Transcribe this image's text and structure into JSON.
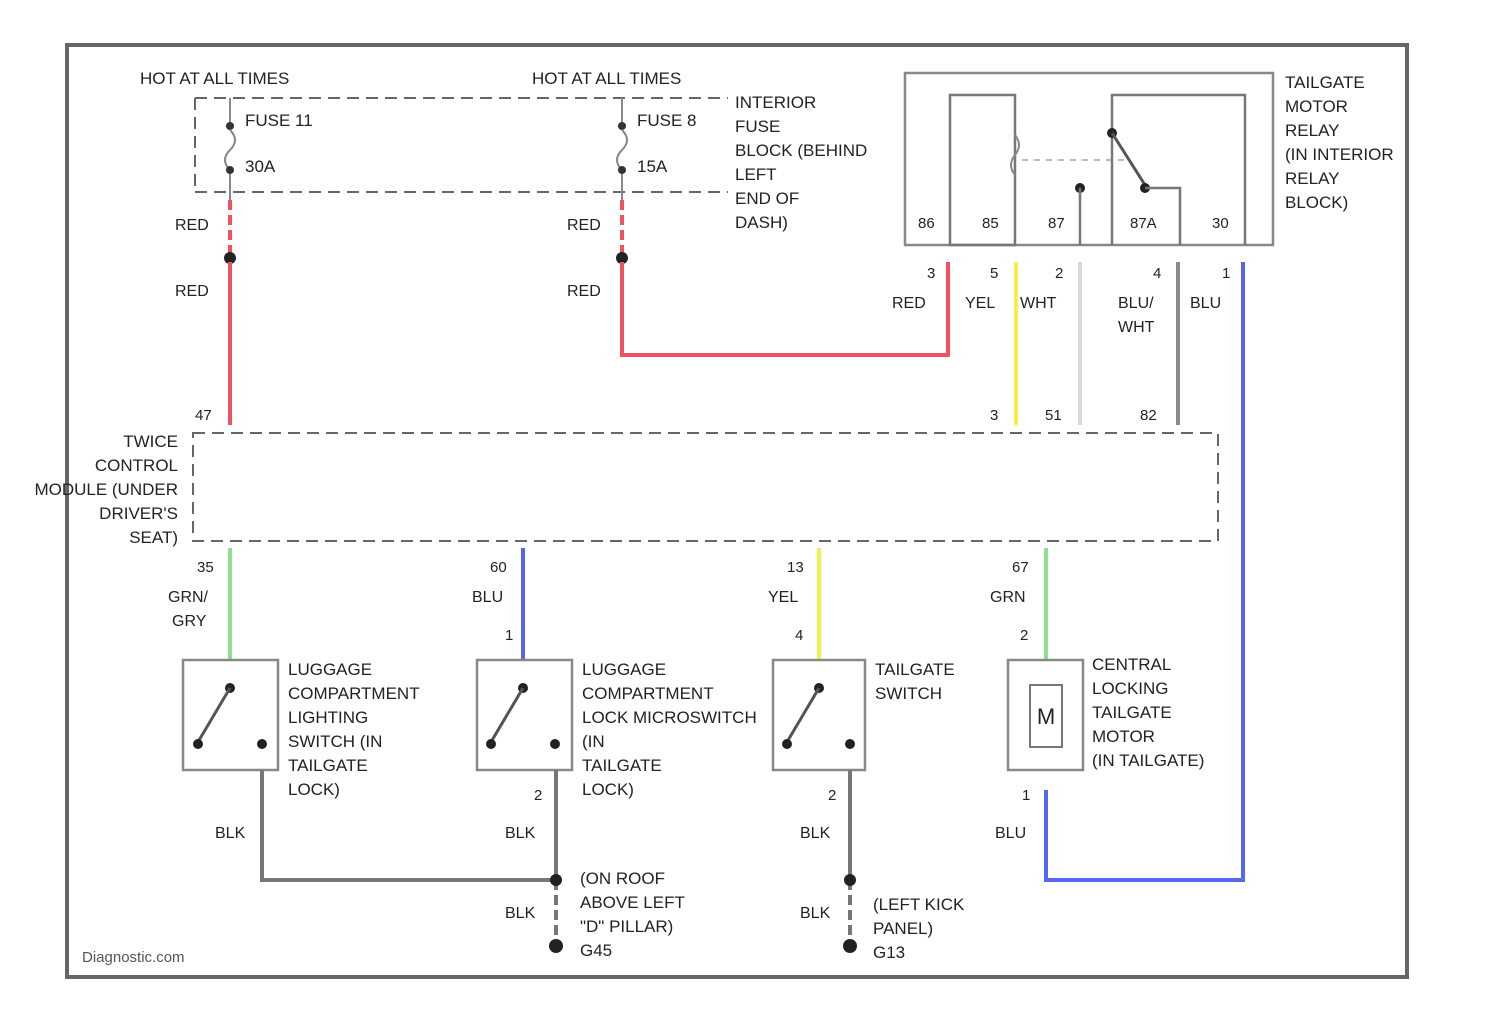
{
  "title_hot": [
    "HOT AT ALL TIMES",
    "HOT AT ALL TIMES"
  ],
  "fuses": [
    {
      "name": "FUSE 11",
      "rating": "30A"
    },
    {
      "name": "FUSE 8",
      "rating": "15A"
    }
  ],
  "fuse_block": [
    "INTERIOR",
    "FUSE",
    "BLOCK (BEHIND",
    "LEFT",
    "END OF",
    "DASH)"
  ],
  "relay": {
    "label": [
      "TAILGATE",
      "MOTOR",
      "RELAY",
      "(IN INTERIOR",
      "RELAY",
      "BLOCK)"
    ],
    "pins": [
      "86",
      "85",
      "87",
      "87A",
      "30"
    ],
    "connector_pins": [
      "3",
      "5",
      "2",
      "4",
      "1"
    ]
  },
  "module": {
    "label": [
      "TWICE",
      "CONTROL",
      "MODULE (UNDER",
      "DRIVER'S",
      "SEAT)"
    ],
    "top_pins": [
      "47",
      "3",
      "51",
      "82"
    ],
    "bottom_pins": [
      "35",
      "60",
      "13",
      "67"
    ]
  },
  "wires": {
    "red": "RED",
    "yel": "YEL",
    "wht": "WHT",
    "blu_wht": [
      "BLU/",
      "WHT"
    ],
    "blu": "BLU",
    "grn_gry": [
      "GRN/",
      "GRY"
    ],
    "grn": "GRN",
    "blk": "BLK"
  },
  "components": [
    {
      "label": [
        "LUGGAGE",
        "COMPARTMENT",
        "LIGHTING",
        "SWITCH (IN",
        "TAILGATE",
        "LOCK)"
      ],
      "pins": [
        "",
        ""
      ]
    },
    {
      "label": [
        "LUGGAGE",
        "COMPARTMENT",
        "LOCK MICROSWITCH",
        "(IN",
        "TAILGATE",
        "LOCK)"
      ],
      "pins": [
        "1",
        "2"
      ]
    },
    {
      "label": [
        "TAILGATE",
        "SWITCH"
      ],
      "pins": [
        "4",
        "2"
      ]
    },
    {
      "label": [
        "CENTRAL",
        "LOCKING",
        "TAILGATE",
        "MOTOR",
        "(IN TAILGATE)"
      ],
      "pins": [
        "2",
        "1"
      ],
      "motor": "M"
    }
  ],
  "grounds": [
    {
      "label": [
        "(ON ROOF",
        "ABOVE LEFT",
        "\"D\" PILLAR)",
        "G45"
      ]
    },
    {
      "label": [
        "(LEFT KICK",
        "PANEL)",
        "G13"
      ]
    }
  ],
  "watermark": "Diagnostic.com",
  "colors": {
    "red": "#f05060",
    "yellow": "#f5f04a",
    "white_wire": "#d8d8d8",
    "gray_wire": "#8a8a8a",
    "blue": "#5566f0",
    "green": "#8de08d",
    "black_wire": "#777777"
  }
}
